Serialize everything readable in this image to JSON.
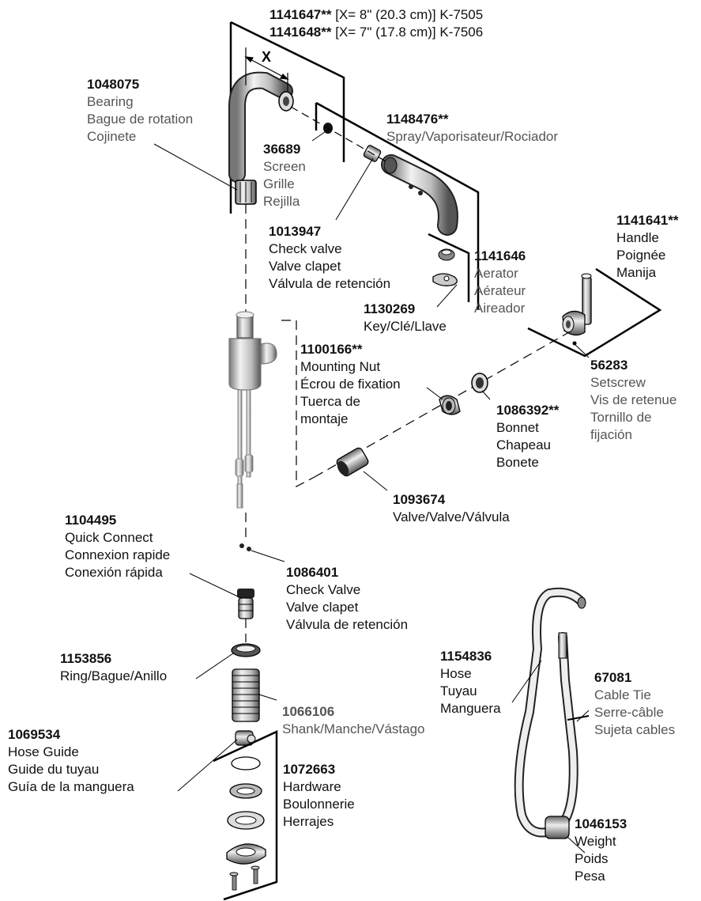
{
  "header": [
    {
      "part": "1141647**",
      "note": " [X= 8\" (20.3 cm)] K-7505"
    },
    {
      "part": "1141648**",
      "note": " [X= 7\" (17.8 cm)] K-7506"
    }
  ],
  "x_marker": "X",
  "labels": {
    "bearing": {
      "part": "1048075",
      "lines": [
        "Bearing",
        "Bague de rotation",
        "Cojinete"
      ]
    },
    "screen": {
      "part": "36689",
      "lines": [
        "Screen",
        "Grille",
        "Rejilla"
      ]
    },
    "spray": {
      "part": "1148476**",
      "lines": [
        "Spray/Vaporisateur/Rociador"
      ]
    },
    "check_valve_top": {
      "part": "1013947",
      "lines": [
        "Check valve",
        "Valve clapet",
        "Válvula de retención"
      ]
    },
    "aerator": {
      "part": "1141646",
      "lines": [
        "Aerator",
        "Aérateur",
        "Aireador"
      ]
    },
    "key": {
      "part": "1130269",
      "lines": [
        "Key/Clé/Llave"
      ]
    },
    "handle": {
      "part": "1141641**",
      "lines": [
        "Handle",
        "Poignée",
        "Manija"
      ]
    },
    "mounting_nut": {
      "part": "1100166**",
      "lines": [
        "Mounting Nut",
        "Écrou de fixation",
        "Tuerca de",
        "montaje"
      ]
    },
    "setscrew": {
      "part": "56283",
      "lines": [
        "Setscrew",
        "Vis de retenue",
        "Tornillo de",
        "fijación"
      ]
    },
    "bonnet": {
      "part": "1086392**",
      "lines": [
        "Bonnet",
        "Chapeau",
        "Bonete"
      ]
    },
    "valve": {
      "part": "1093674",
      "lines": [
        "Valve/Valve/Válvula"
      ]
    },
    "quick_connect": {
      "part": "1104495",
      "lines": [
        "Quick Connect",
        "Connexion rapide",
        "Conexión rápida"
      ]
    },
    "check_valve_bottom": {
      "part": "1086401",
      "lines": [
        "Check Valve",
        "Valve clapet",
        "Válvula de retención"
      ]
    },
    "ring": {
      "part": "1153856",
      "lines": [
        "Ring/Bague/Anillo"
      ]
    },
    "hose": {
      "part": "1154836",
      "lines": [
        "Hose",
        "Tuyau",
        "Manguera"
      ]
    },
    "cable_tie": {
      "part": "67081",
      "lines": [
        "Cable Tie",
        "Serre-câble",
        "Sujeta cables"
      ]
    },
    "shank": {
      "part": "1066106",
      "lines": [
        "Shank/Manche/Vástago"
      ]
    },
    "hose_guide": {
      "part": "1069534",
      "lines": [
        "Hose Guide",
        "Guide du tuyau",
        "Guía de la manguera"
      ]
    },
    "hardware": {
      "part": "1072663",
      "lines": [
        "Hardware",
        "Boulonnerie",
        "Herrajes"
      ]
    },
    "weight": {
      "part": "1046153",
      "lines": [
        "Weight",
        "Poids",
        "Pesa"
      ]
    }
  }
}
